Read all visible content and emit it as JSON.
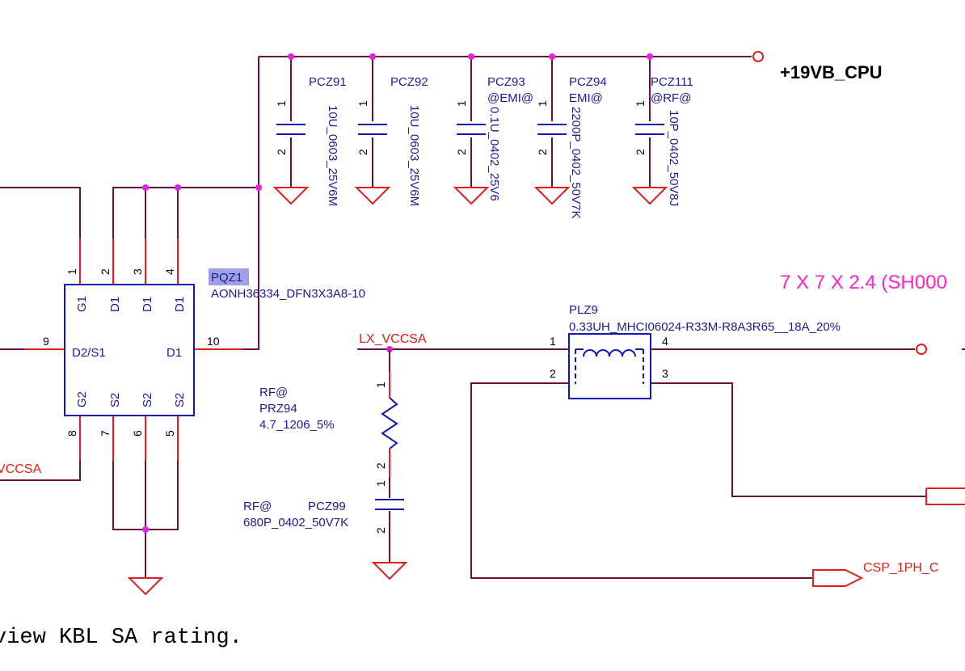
{
  "rail": {
    "name": "+19VB_CPU"
  },
  "capacitors": [
    {
      "ref": "PCZ91",
      "opt": "",
      "value": "10U_0603_25V6M",
      "pin1": "1",
      "pin2": "2"
    },
    {
      "ref": "PCZ92",
      "opt": "",
      "value": "10U_0603_25V6M",
      "pin1": "1",
      "pin2": "2"
    },
    {
      "ref": "PCZ93",
      "opt": "@EMI@",
      "value": "0.1U_0402_25V6",
      "pin1": "1",
      "pin2": "2"
    },
    {
      "ref": "PCZ94",
      "opt": "EMI@",
      "value": "2200P_0402_50V7K",
      "pin1": "1",
      "pin2": "2"
    },
    {
      "ref": "PCZ111",
      "opt": "@RF@",
      "value": "10P_0402_50V8J",
      "pin1": "1",
      "pin2": "2"
    }
  ],
  "mosfet": {
    "ref": "PQZ1",
    "part": "AONH36334_DFN3X3A8-10",
    "top_pins": [
      {
        "num": "1",
        "name": "G1"
      },
      {
        "num": "2",
        "name": "D1"
      },
      {
        "num": "3",
        "name": "D1"
      },
      {
        "num": "4",
        "name": "D1"
      }
    ],
    "bottom_pins": [
      {
        "num": "8",
        "name": "G2"
      },
      {
        "num": "7",
        "name": "S2"
      },
      {
        "num": "6",
        "name": "S2"
      },
      {
        "num": "5",
        "name": "S2"
      }
    ],
    "left_pin": {
      "num": "9",
      "name": "D2/S1"
    },
    "right_pin": {
      "num": "10",
      "name": "D1"
    }
  },
  "snubber_r": {
    "opt": "RF@",
    "ref": "PRZ94",
    "value": "4.7_1206_5%",
    "pin1": "1",
    "pin2": "2"
  },
  "snubber_c": {
    "opt": "RF@",
    "ref": "PCZ99",
    "value": "680P_0402_50V7K",
    "pin1": "1",
    "pin2": "2"
  },
  "inductor": {
    "ref": "PLZ9",
    "value": "0.33UH_MHCI06024-R33M-R8A3R65__18A_20%",
    "pin1": "1",
    "pin2": "2",
    "pin3": "3",
    "pin4": "4",
    "package_note": "7 X 7 X 2.4 (SH000"
  },
  "nets": {
    "lx": "LX_VCCSA",
    "left_partial": "VCCSA",
    "csp": "CSP_1PH_C"
  },
  "comment": "view KBL SA rating."
}
